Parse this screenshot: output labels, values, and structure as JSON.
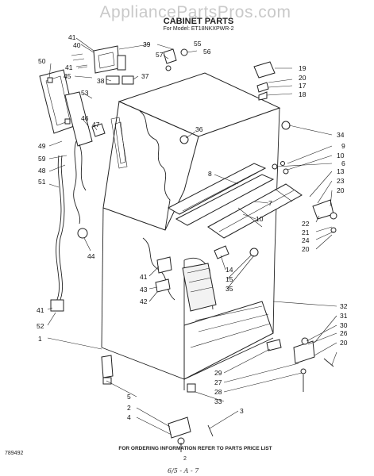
{
  "watermark": "AppliancePartsPros.com",
  "title": "CABINET PARTS",
  "subtitle": "For Model: ET18NKXPWR-2",
  "footer_note": "FOR ORDERING INFORMATION REFER TO PARTS PRICE LIST",
  "doc_number": "789492",
  "page_number": "2",
  "handwritten_mark": "6/5 - A - 7",
  "callouts": [
    "41",
    "40",
    "39",
    "55",
    "57",
    "56",
    "50",
    "41",
    "45",
    "38",
    "37",
    "53",
    "46",
    "47",
    "49",
    "59",
    "48",
    "51",
    "44",
    "19",
    "20",
    "17",
    "18",
    "36",
    "34",
    "9",
    "10",
    "6",
    "13",
    "8",
    "23",
    "7",
    "20",
    "10",
    "22",
    "21",
    "24",
    "20",
    "14",
    "15",
    "35",
    "41",
    "43",
    "42",
    "41",
    "52",
    "1",
    "32",
    "31",
    "30",
    "26",
    "20",
    "29",
    "27",
    "28",
    "33",
    "5",
    "2",
    "4",
    "3"
  ]
}
